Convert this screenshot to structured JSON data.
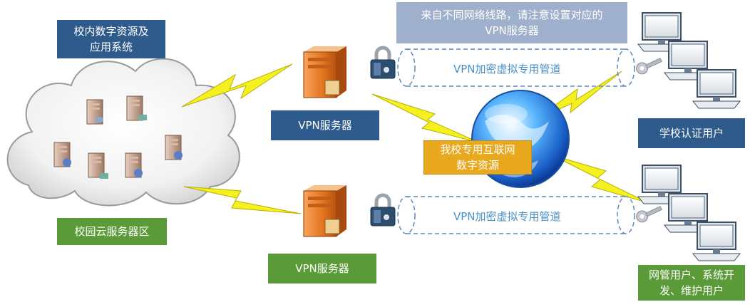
{
  "labels": {
    "campus_resources": "校内数字资源及\n应用系统",
    "cloud_zone": "校园云服务器区",
    "vpn_server_top": "VPN服务器",
    "vpn_server_bottom": "VPN服务器",
    "internet_resources": "我校专用互联网\n数字资源",
    "note": "来自不同网络线路，请注意设置对应的\nVPN服务器",
    "tunnel_top": "VPN加密虚拟专用管道",
    "tunnel_bottom": "VPN加密虚拟专用管道",
    "school_users": "学校认证用户",
    "admin_users": "网管用户、系统开\n发、维护用户"
  },
  "colors": {
    "blue_label": "#2e5a8c",
    "green_label": "#5a9a38",
    "gold_label": "#e8a91e",
    "note_label": "#9fb0cc",
    "lightning": "#f5f020"
  }
}
